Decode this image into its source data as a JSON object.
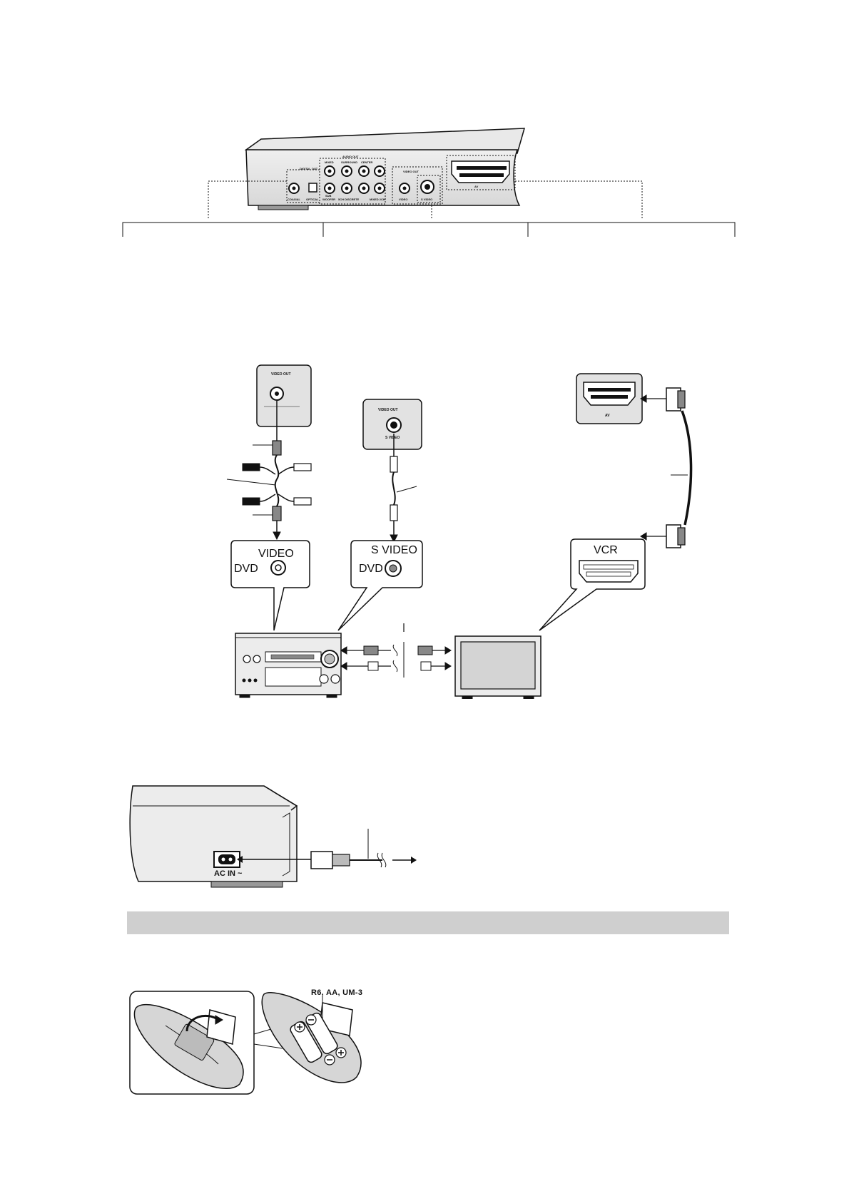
{
  "rear_panel": {
    "audio_out": "AUDIO OUT",
    "digital_out": "DIGITAL OUT",
    "coaxial": "COAXIAL",
    "optical": "OPTICAL",
    "mixed": "MIXED",
    "surround": "SURROUND",
    "center": "CENTER",
    "sub": "SUB",
    "woofer": "WOOFER",
    "ch_discrete": "5CH DISCRETE",
    "mixed_2ch": "MIXED 2CH",
    "video_out": "VIDEO OUT",
    "video": "VIDEO",
    "s_video": "S VIDEO",
    "av": "AV"
  },
  "callouts": {
    "video": "VIDEO",
    "dvd_1": "DVD",
    "s_video": "S VIDEO",
    "dvd_2": "DVD",
    "vcr": "VCR"
  },
  "ac": {
    "label": "AC IN ~"
  },
  "battery": {
    "label": "R6, AA, UM-3"
  },
  "colors": {
    "section_bar": "#cfcfcf",
    "panel_fill": "#e2e2e2",
    "line": "#111111"
  }
}
